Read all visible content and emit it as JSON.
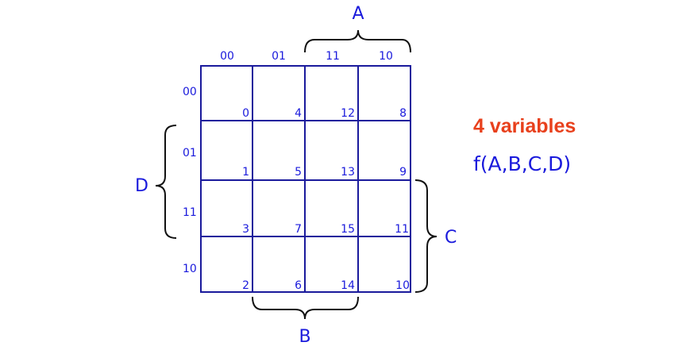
{
  "title": "4 variables",
  "function": "f(A,B,C,D)",
  "variables": {
    "top": "A",
    "bottom": "B",
    "right": "C",
    "left": "D"
  },
  "column_codes": [
    "00",
    "01",
    "11",
    "10"
  ],
  "row_codes": [
    "00",
    "01",
    "11",
    "10"
  ],
  "cells": [
    [
      "0",
      "4",
      "12",
      "8"
    ],
    [
      "1",
      "5",
      "13",
      "9"
    ],
    [
      "3",
      "7",
      "15",
      "11"
    ],
    [
      "2",
      "6",
      "14",
      "10"
    ]
  ],
  "colors": {
    "grid": "#1a1a9c",
    "labels": "#1a1adc",
    "title": "#e8401c",
    "braces": "#111111"
  }
}
